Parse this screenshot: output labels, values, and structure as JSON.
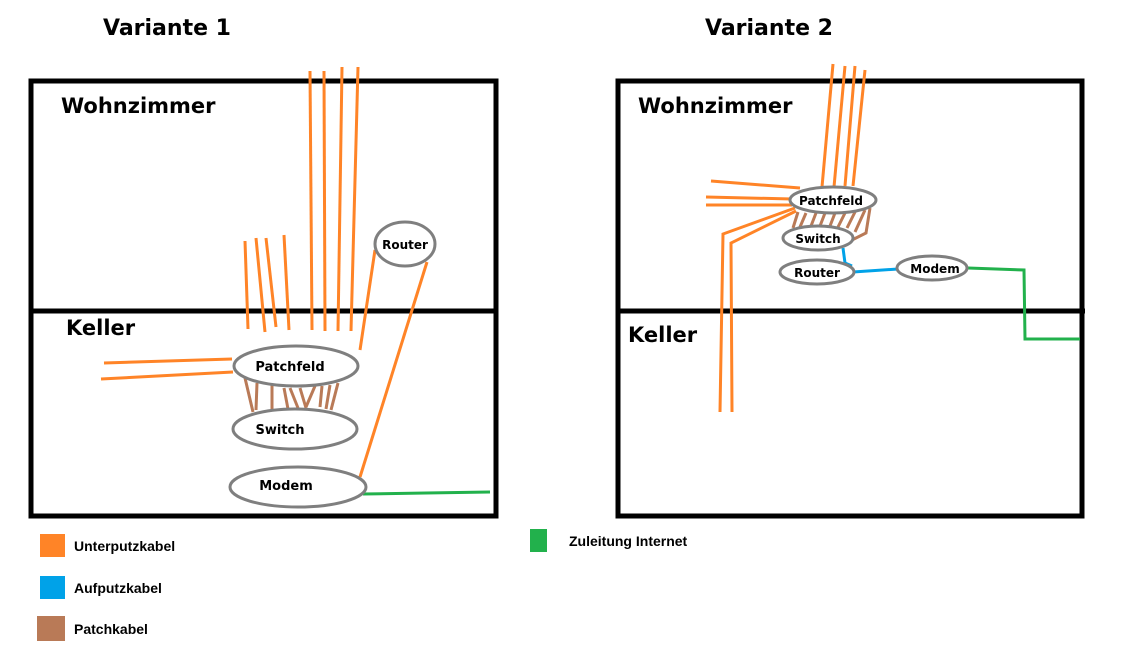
{
  "colors": {
    "unterputz": "#ff8427",
    "aufputz": "#00a2e8",
    "patch": "#b97a57",
    "internet": "#22b14c",
    "node_border": "#7f7f7f",
    "wall": "#000000"
  },
  "variants": [
    {
      "title": "Variante 1",
      "rooms": {
        "upper": "Wohnzimmer",
        "lower": "Keller"
      },
      "nodes": {
        "router": "Router",
        "patchfeld": "Patchfeld",
        "switch": "Switch",
        "modem": "Modem"
      }
    },
    {
      "title": "Variante 2",
      "rooms": {
        "upper": "Wohnzimmer",
        "lower": "Keller"
      },
      "nodes": {
        "patchfeld": "Patchfeld",
        "switch": "Switch",
        "router": "Router",
        "modem": "Modem"
      }
    }
  ],
  "legend": [
    {
      "key": "unterputz",
      "label": "Unterputzkabel",
      "color": "#ff8427"
    },
    {
      "key": "aufputz",
      "label": "Aufputzkabel",
      "color": "#00a2e8"
    },
    {
      "key": "patch",
      "label": "Patchkabel",
      "color": "#b97a57"
    },
    {
      "key": "internet",
      "label": "Zuleitung Internet",
      "color": "#22b14c"
    }
  ]
}
